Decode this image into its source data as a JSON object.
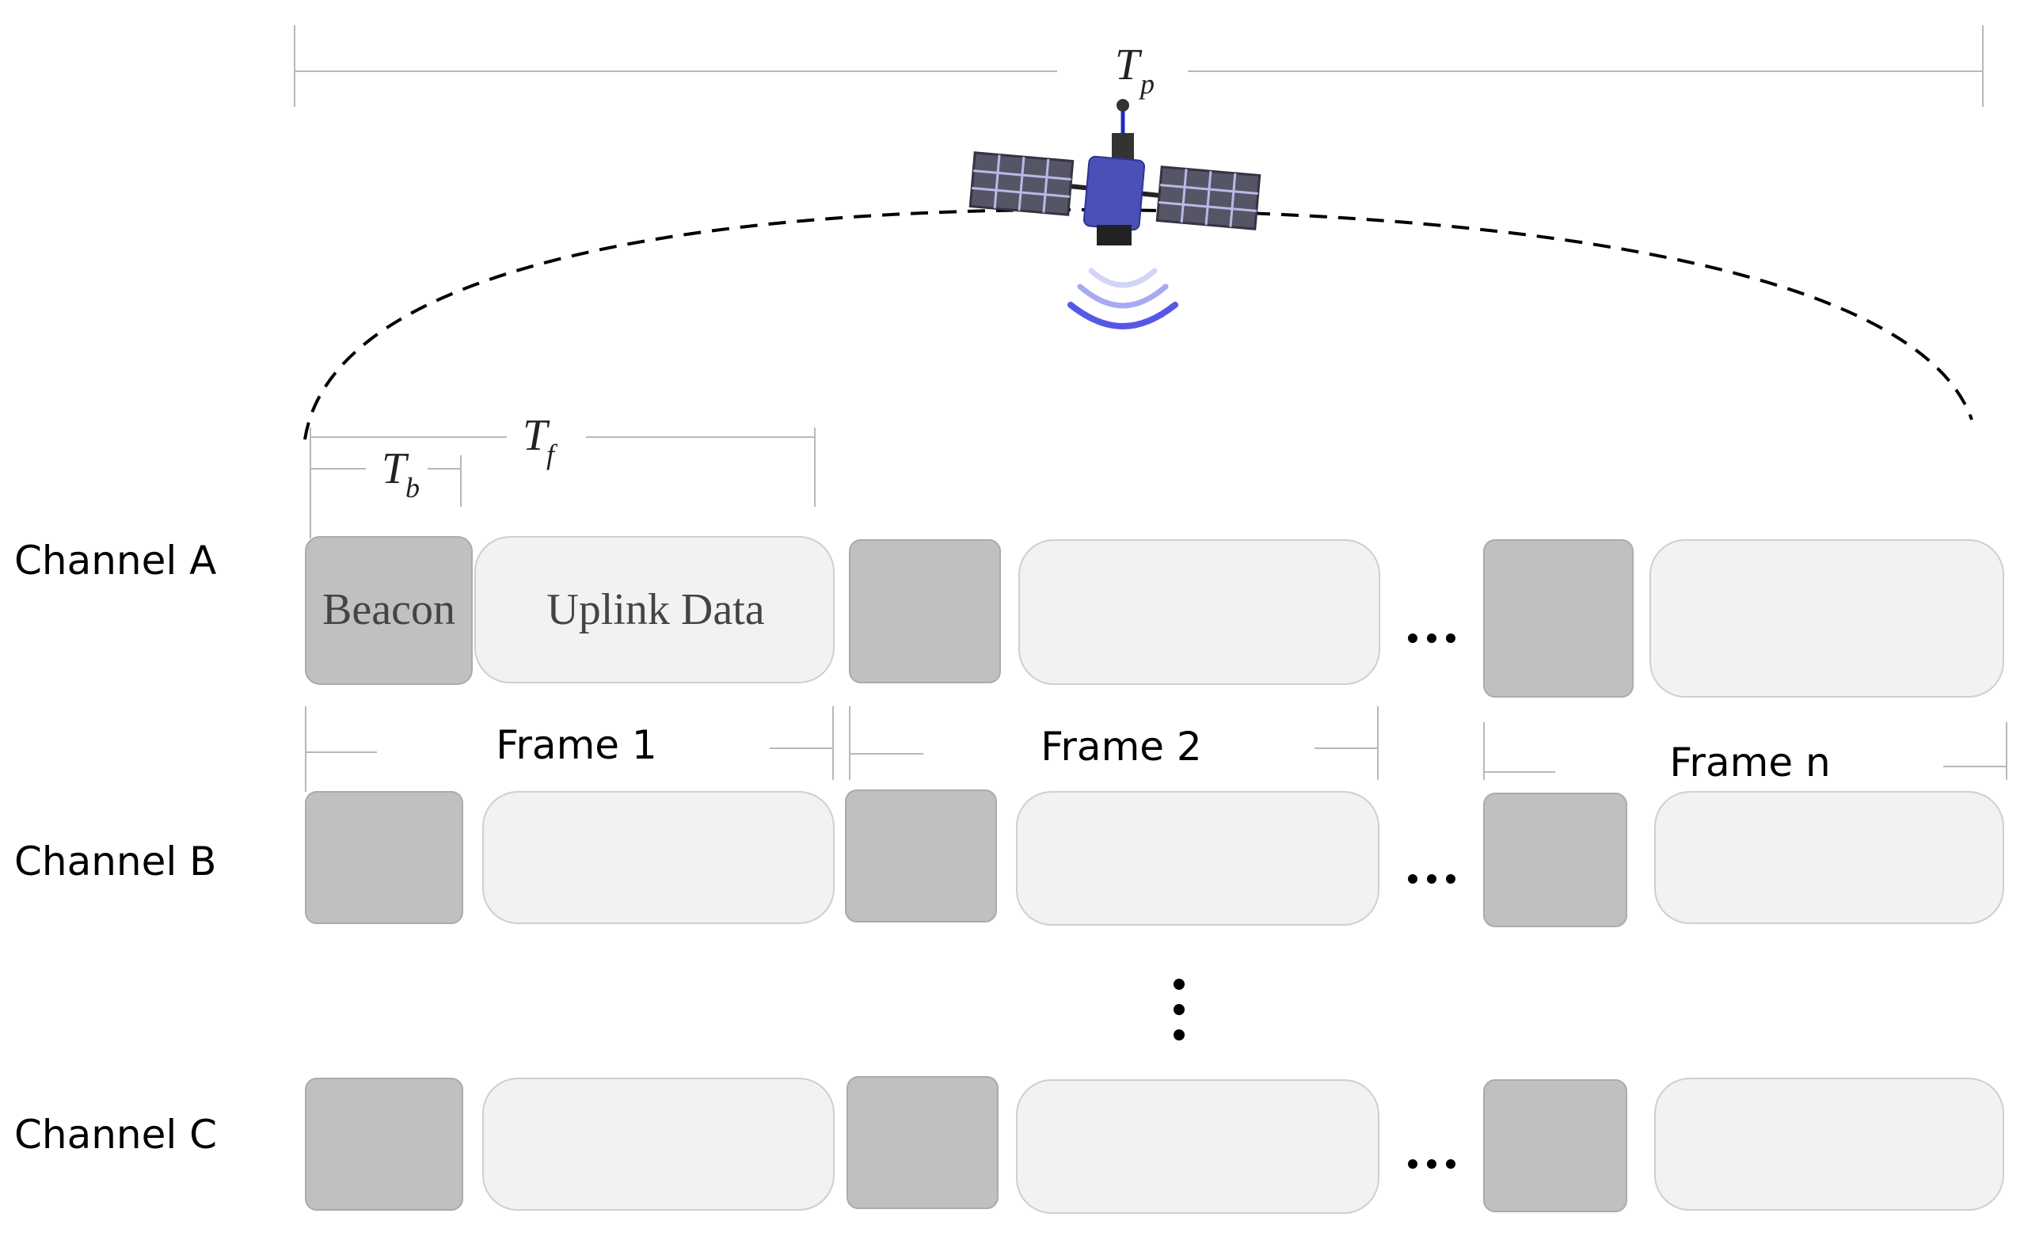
{
  "symbols": {
    "period": {
      "base": "T",
      "sub": "p"
    },
    "frame": {
      "base": "T",
      "sub": "f"
    },
    "beacon": {
      "base": "T",
      "sub": "b"
    }
  },
  "channels": [
    {
      "label": "Channel A"
    },
    {
      "label": "Channel B"
    },
    {
      "label": "Channel C"
    }
  ],
  "frames": [
    {
      "label": "Frame 1"
    },
    {
      "label": "Frame 2"
    },
    {
      "label": "Frame n"
    }
  ],
  "block_labels": {
    "beacon": "Beacon",
    "uplink_data": "Uplink Data"
  },
  "colors": {
    "beacon_fill": "#c0c0c0",
    "data_fill": "#f2f2f2",
    "satellite_body": "#4a50b8",
    "signal_wave": "#5558e6",
    "orbit_path": "#000000"
  },
  "icons": {
    "satellite": "satellite-icon",
    "signal": "signal-waves-icon"
  }
}
